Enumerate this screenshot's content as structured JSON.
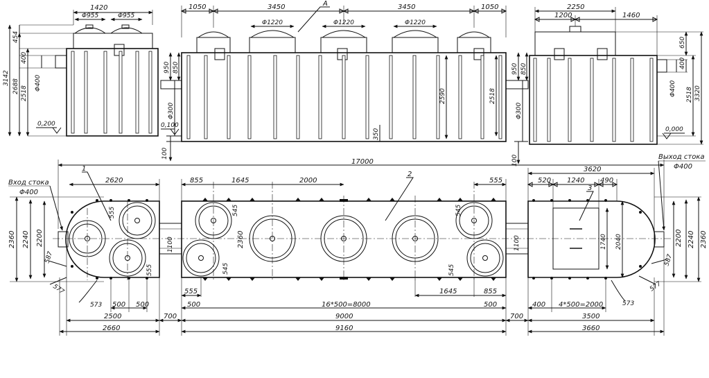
{
  "colors": {
    "ink": "#111111",
    "paper": "#ffffff"
  },
  "view_left": {
    "top_width": "1420",
    "hatch1_d": "Φ955",
    "hatch2_d": "Φ955",
    "h_454": "454",
    "h_400": "400",
    "h_3142": "3142",
    "h_2688": "2688",
    "h_2518": "2518",
    "pipe_d": "Φ400",
    "level": "0,200"
  },
  "view_mid": {
    "w1": "1050",
    "w2": "3450",
    "w3": "3450",
    "w4": "1050",
    "callout": "A",
    "d1": "Φ1220",
    "d2": "Φ1220",
    "d3": "Φ1220",
    "h950_l": "950",
    "h850_l": "850",
    "pipe_l": "Φ300",
    "level_l": "0,100",
    "h100_l": "100",
    "h350": "350",
    "h2590": "2590",
    "h2518": "2518",
    "h950_r": "950",
    "h850_r": "850",
    "pipe_r": "Φ300",
    "h100_r": "100"
  },
  "view_right": {
    "w2250": "2250",
    "w1200": "1200",
    "w1460": "1460",
    "h650": "650",
    "h400": "400",
    "pipe_d": "Φ400",
    "h2518": "2518",
    "h3320": "3320",
    "level": "0,000"
  },
  "plan": {
    "overall": "17000",
    "inlet_label": "Вход стока",
    "inlet_d": "Φ400",
    "outlet_label": "Выход стока",
    "outlet_d": "Φ400",
    "pos1": "1",
    "pos2": "2",
    "pos3": "3",
    "l_2620": "2620",
    "l_555_a": "555",
    "l_555_b": "555",
    "l_2360": "2360",
    "l_2240": "2240",
    "l_2200": "2200",
    "l_587": "587",
    "l_577": "577",
    "l_573": "573",
    "l_500a": "500",
    "l_500b": "500",
    "l_2500": "2500",
    "l_700": "700",
    "l_2660": "2660",
    "l_1100": "1100",
    "m_855a": "855",
    "m_1645a": "1645",
    "m_2000": "2000",
    "m_555a": "555",
    "m_545a": "545",
    "m_2360": "2360",
    "m_545b": "545",
    "m_545c": "545",
    "m_545d": "545",
    "m_555b": "555",
    "m_1645b": "1645",
    "m_855b": "855",
    "m_500a": "500",
    "m_16x500": "16*500=8000",
    "m_500b": "500",
    "m_9000": "9000",
    "m_9160": "9160",
    "m_700": "700",
    "r_3620": "3620",
    "r_520": "520",
    "r_1240": "1240",
    "r_490": "490",
    "r_1100": "1100",
    "r_1740": "1740",
    "r_2040": "2040",
    "r_2200": "2200",
    "r_2240": "2240",
    "r_2360": "2360",
    "r_587": "587",
    "r_577": "577",
    "r_573": "573",
    "r_400": "400",
    "r_4x500": "4*500=2000",
    "r_3500": "3500",
    "r_3660": "3660"
  }
}
